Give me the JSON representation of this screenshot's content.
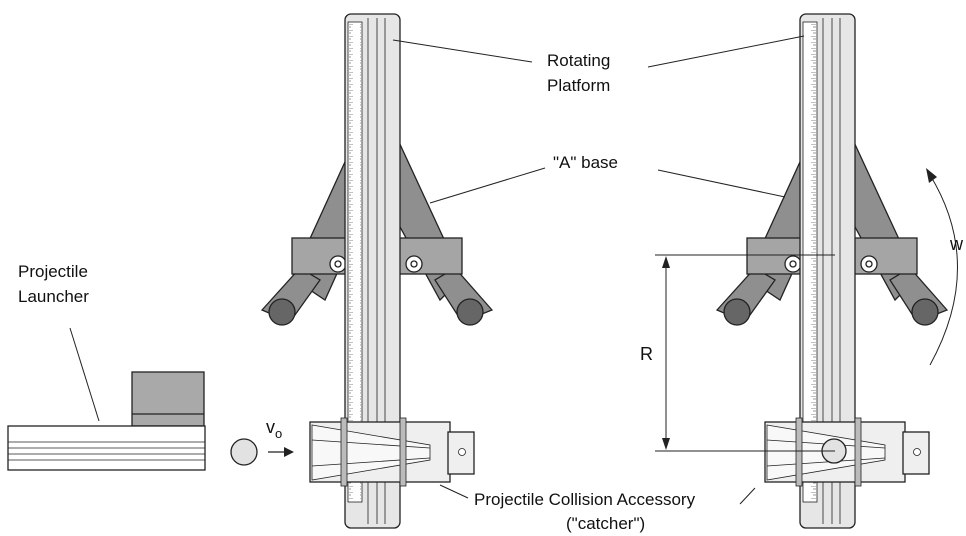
{
  "labels": {
    "rotating_platform_line1": "Rotating",
    "rotating_platform_line2": "Platform",
    "a_base": "\"A\" base",
    "projectile_launcher_line1": "Projectile",
    "projectile_launcher_line2": "Launcher",
    "collision_line1": "Projectile Collision Accessory",
    "collision_line2": "(\"catcher\")",
    "velocity_main": "v",
    "velocity_sub": "o",
    "radius": "R",
    "omega": "w"
  },
  "colors": {
    "platform": "#e6e6e6",
    "a_base": "#8f8f8f",
    "a_base_dark": "#6a6a6a",
    "launcher_block": "#a9a9a9",
    "catcher": "#efefef",
    "ball": "#e2e2e2"
  }
}
